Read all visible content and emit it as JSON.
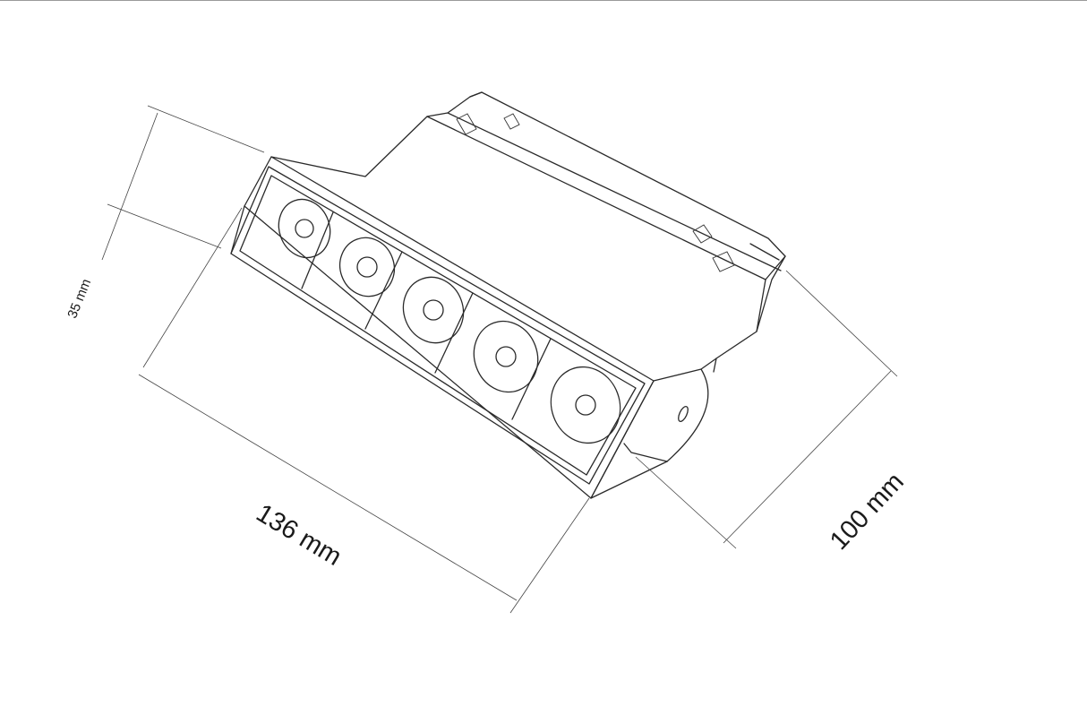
{
  "drawing": {
    "line_color": "#2a2a2a",
    "background": "#ffffff",
    "led_count": 5
  },
  "dimensions": {
    "height_label": "35 mm",
    "length_label": "136 mm",
    "depth_label": "100 mm"
  }
}
